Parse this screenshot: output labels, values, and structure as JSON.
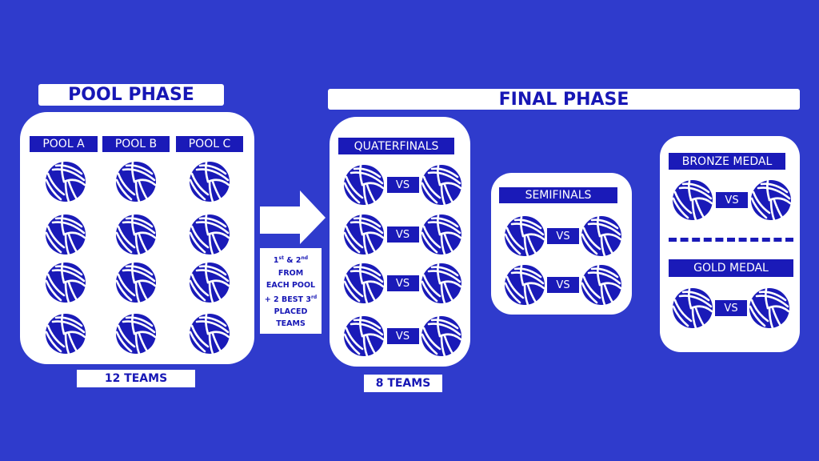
{
  "pool_phase": {
    "title": "POOL PHASE",
    "pools": [
      "POOL A",
      "POOL B",
      "POOL C"
    ],
    "teams_per_pool": 4,
    "footer": "12 TEAMS"
  },
  "qualification": {
    "line1": "1",
    "line1_sup": "st",
    "line1_mid": " & 2",
    "line1_sup2": "nd",
    "line2": "FROM",
    "line3": "EACH POOL",
    "line4": "+ 2 BEST 3",
    "line4_sup": "rd",
    "line5": "PLACED",
    "line6": "TEAMS"
  },
  "final_phase": {
    "title": "FINAL PHASE",
    "quarterfinals": {
      "label": "QUATERFINALS",
      "matches": 4,
      "footer": "8 TEAMS"
    },
    "semifinals": {
      "label": "SEMIFINALS",
      "matches": 2
    },
    "bronze": {
      "label": "BRONZE MEDAL"
    },
    "gold": {
      "label": "GOLD MEDAL"
    },
    "vs_label": "VS"
  },
  "colors": {
    "background": "#2f3bcc",
    "label": "#1a1ab8",
    "text": "#1717b5"
  }
}
